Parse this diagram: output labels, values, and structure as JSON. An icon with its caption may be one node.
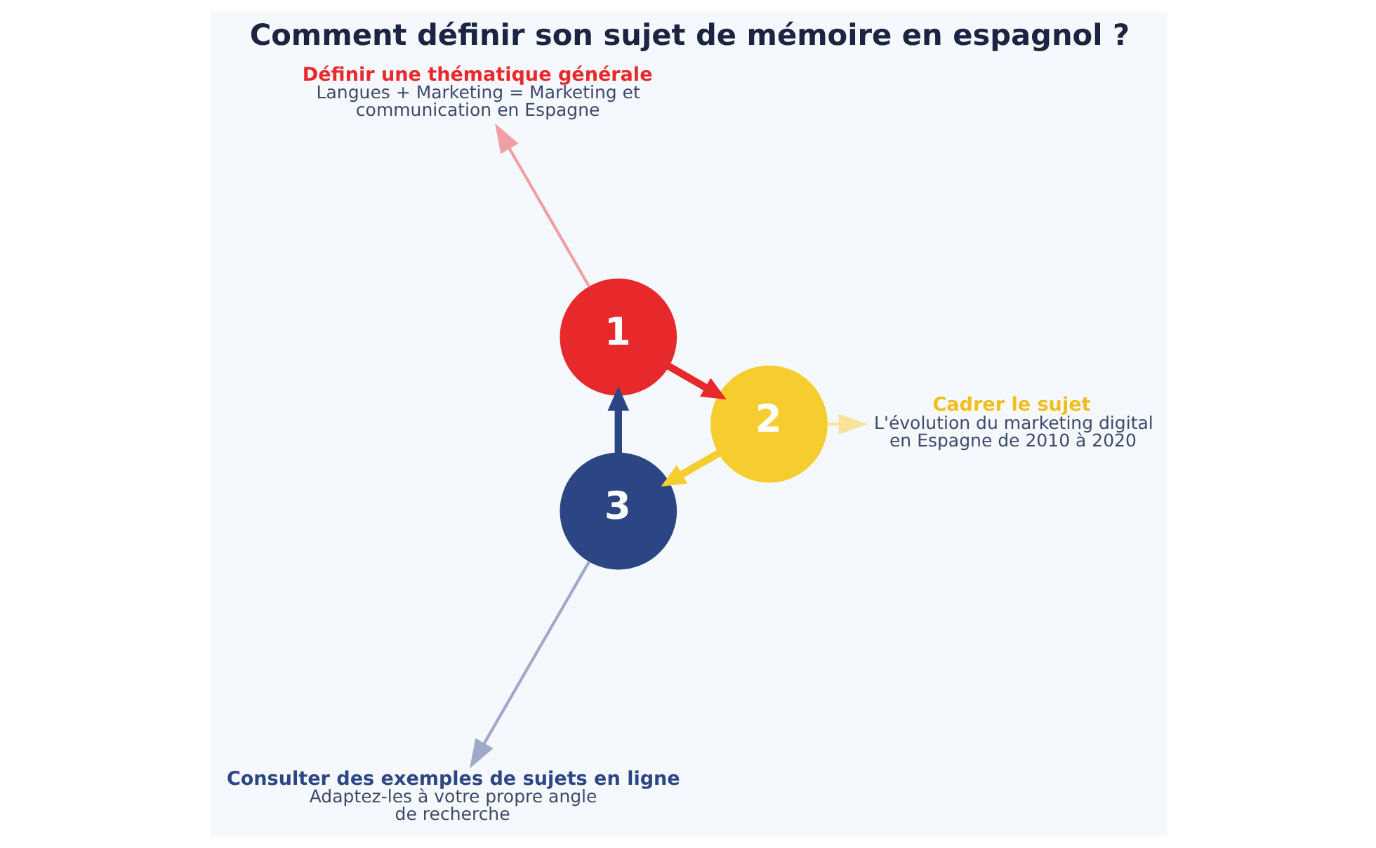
{
  "diagram": {
    "title": "Comment définir son sujet de mémoire en espagnol ?",
    "nodes": [
      {
        "text": [
          "1"
        ]
      },
      {
        "text": [
          "2"
        ]
      },
      {
        "text": [
          "3"
        ]
      },
      {
        "text": [
          "Définir une thématique générale",
          "Langues + Marketing = Marketing et communication en Espagne"
        ]
      },
      {
        "text": [
          "Cadrer le sujet",
          "L'évolution du marketing digital en Espagne de 2010 à 2020"
        ]
      },
      {
        "text": [
          "Consulter des exemples de sujets en ligne",
          "Adaptez-les à votre propre angle de recherche"
        ]
      }
    ],
    "edges": [
      {
        "from": 0,
        "to": 1,
        "arrow": "to",
        "style": "thick",
        "color": "#e8292b"
      },
      {
        "from": 1,
        "to": 2,
        "arrow": "to",
        "style": "thick",
        "color": "#f6cd2f"
      },
      {
        "from": 2,
        "to": 0,
        "arrow": "to",
        "style": "thick",
        "color": "#2c4585"
      },
      {
        "from": 0,
        "to": 3,
        "arrow": "to",
        "color": "#f0a0a2"
      },
      {
        "from": 1,
        "to": 4,
        "arrow": "to",
        "color": "#f7e39c"
      },
      {
        "from": 2,
        "to": 5,
        "arrow": "to",
        "color": "#9fa9c8"
      }
    ]
  }
}
